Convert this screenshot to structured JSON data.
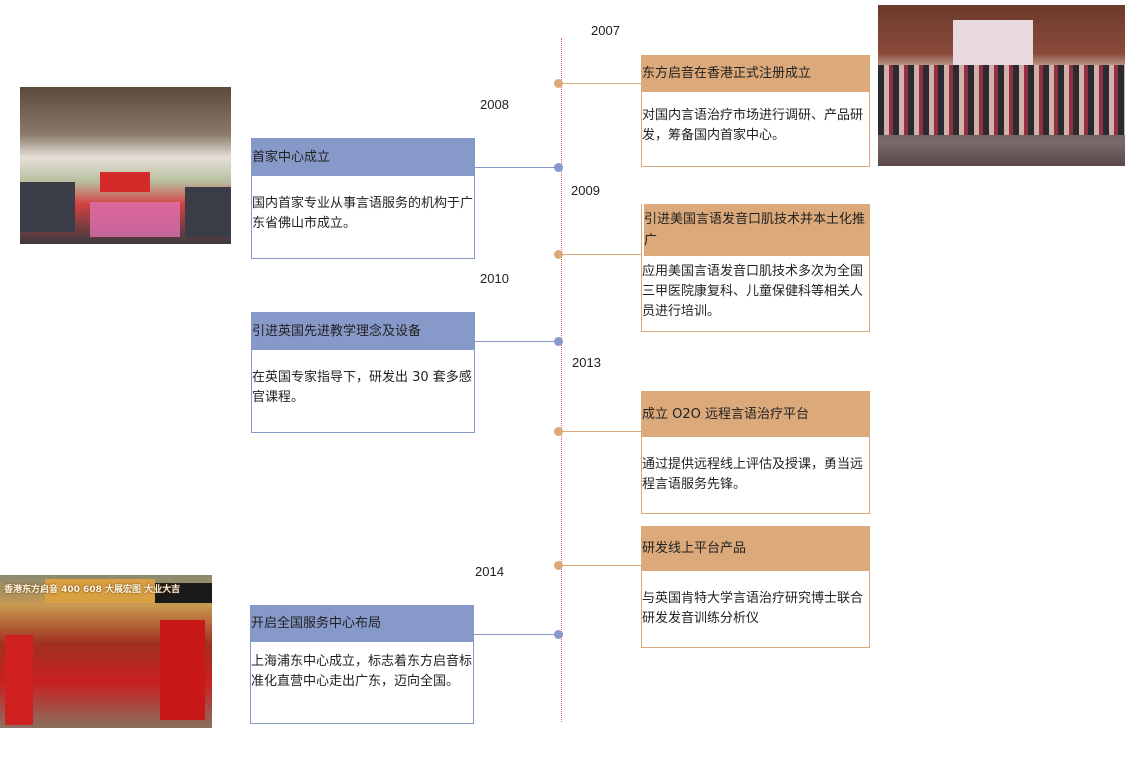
{
  "timeline": {
    "events": [
      {
        "year": "2007",
        "side": "right",
        "title": "东方启音在香港正式注册成立",
        "text": "对国内言语治疗市场进行调研、产品研发，筹备国内首家中心。"
      },
      {
        "year": "2008",
        "side": "left",
        "title": "首家中心成立",
        "text": "国内首家专业从事言语服务的机构于广东省佛山市成立。"
      },
      {
        "year": "2009",
        "side": "right",
        "title": "引进美国言语发音口肌技术并本土化推广",
        "text": "应用美国言语发音口肌技术多次为全国三甲医院康复科、儿童保健科等相关人员进行培训。"
      },
      {
        "year": "2010",
        "side": "left",
        "title": "引进英国先进教学理念及设备",
        "text": "在英国专家指导下，研发出 30 套多感官课程。"
      },
      {
        "year": "2013",
        "side": "right",
        "title": "成立 O2O 远程言语治疗平台",
        "text": "通过提供远程线上评估及授课，勇当远程言语服务先锋。"
      },
      {
        "year": "",
        "side": "right",
        "title": "研发线上平台产品",
        "text": "与英国肯特大学言语治疗研究博士联合研发发音训练分析仪"
      },
      {
        "year": "2014",
        "side": "left",
        "title": "开启全国服务中心布局",
        "text": "上海浦东中心成立，标志着东方启音标准化直营中心走出广东，迈向全国。"
      }
    ]
  },
  "colors": {
    "right_accent": "#dca97a",
    "left_accent": "#8699c9",
    "axis": "#e0607a"
  },
  "photos": [
    {
      "name": "classroom-photo"
    },
    {
      "name": "group-photo"
    },
    {
      "name": "opening-ceremony-photo",
      "sign_text": "香港东方启音 400 608 大展宏图 大业大吉"
    }
  ]
}
